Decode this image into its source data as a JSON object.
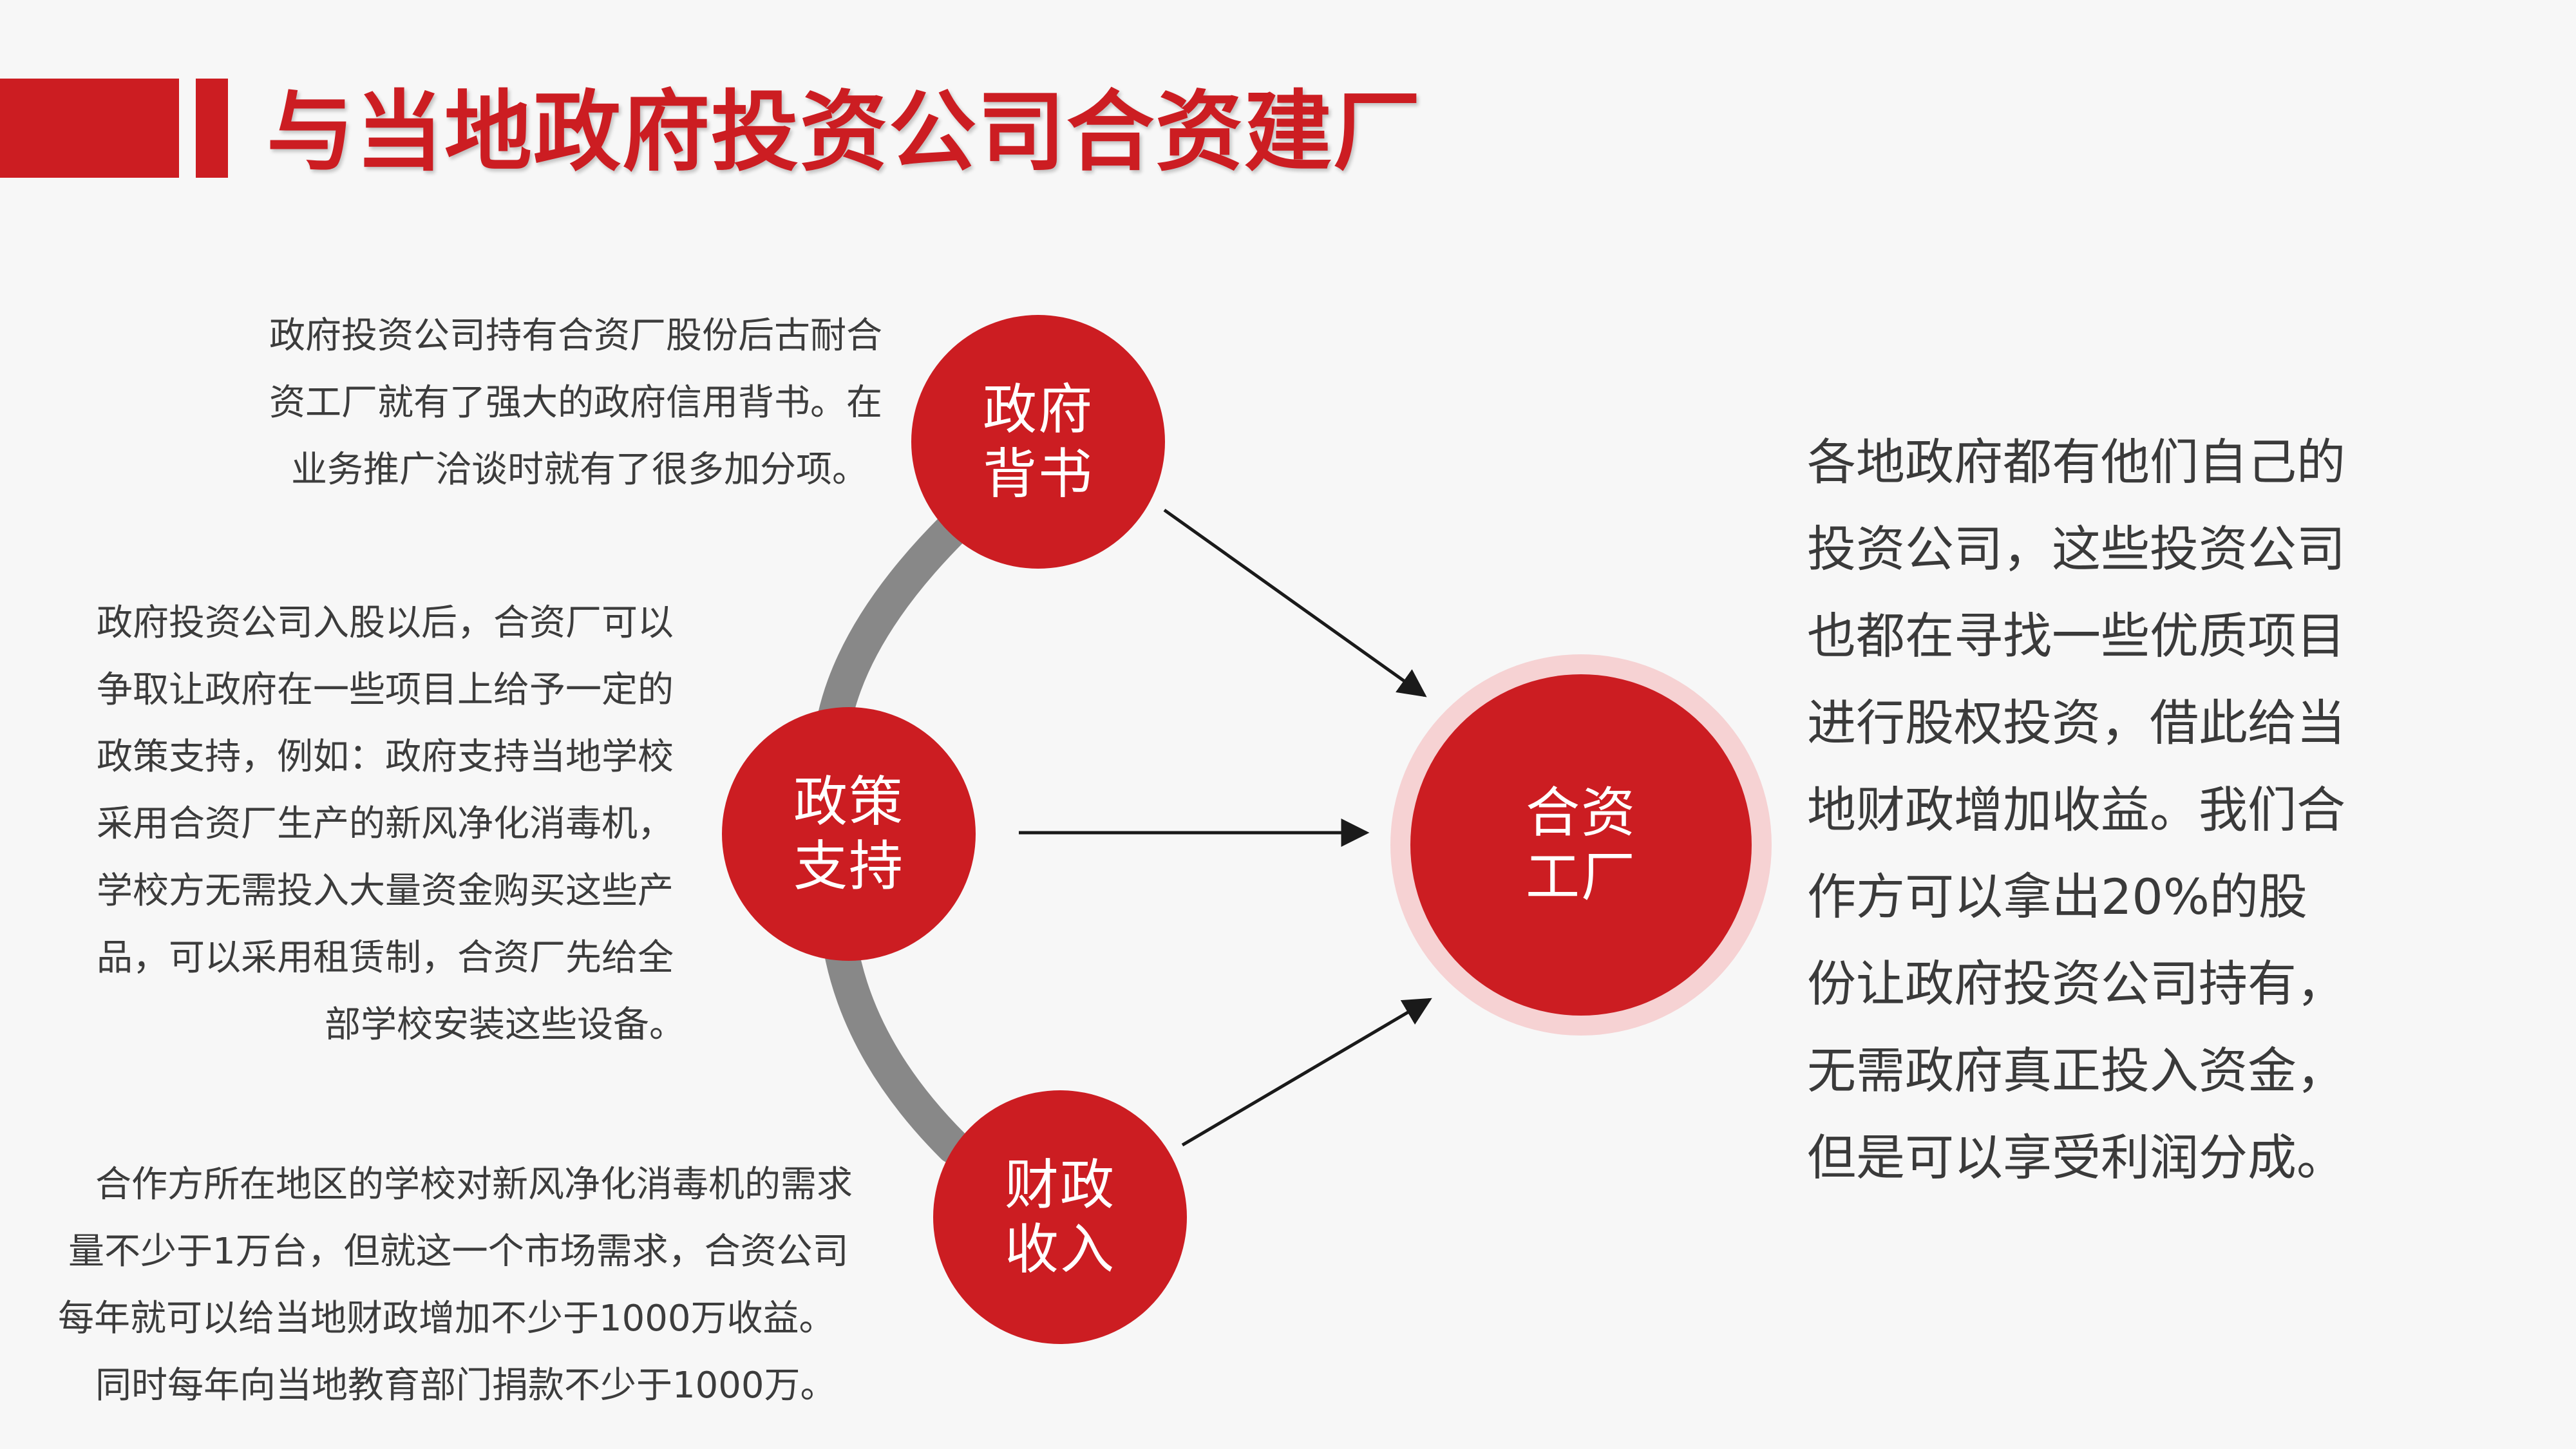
{
  "title": "与当地政府投资公司合资建厂",
  "colors": {
    "accent": "#cc1d22",
    "halo": "#f6d2d3",
    "arc": "#888888",
    "text": "#3c3c3c"
  },
  "nodes": {
    "government_backing": "政府\n背书",
    "policy_support": "政策\n支持",
    "fiscal_revenue": "财政\n收入",
    "joint_factory": "合资\n工厂"
  },
  "notes": {
    "government_backing": [
      "政府投资公司持有合资厂股份后古耐合",
      "资工厂就有了强大的政府信用背书。在",
      "业务推广洽谈时就有了很多加分项。"
    ],
    "policy_support": [
      "政府投资公司入股以后，合资厂可以",
      "争取让政府在一些项目上给予一定的",
      "政策支持，例如：政府支持当地学校",
      "采用合资厂生产的新风净化消毒机，",
      "学校方无需投入大量资金购买这些产",
      "品，可以采用租赁制，合资厂先给全",
      "部学校安装这些设备。"
    ],
    "fiscal_revenue": [
      "合作方所在地区的学校对新风净化消毒机的需求",
      "量不少于1万台，但就这一个市场需求，合资公司",
      "每年就可以给当地财政增加不少于1000万收益。",
      "同时每年向当地教育部门捐款不少于1000万。"
    ]
  },
  "side_text": [
    "各地政府都有他们自己的",
    "投资公司，这些投资公司",
    "也都在寻找一些优质项目",
    "进行股权投资，借此给当",
    "地财政增加收益。我们合",
    "作方可以拿出20%的股",
    "份让政府投资公司持有，",
    "无需政府真正投入资金，",
    "但是可以享受利润分成。"
  ]
}
